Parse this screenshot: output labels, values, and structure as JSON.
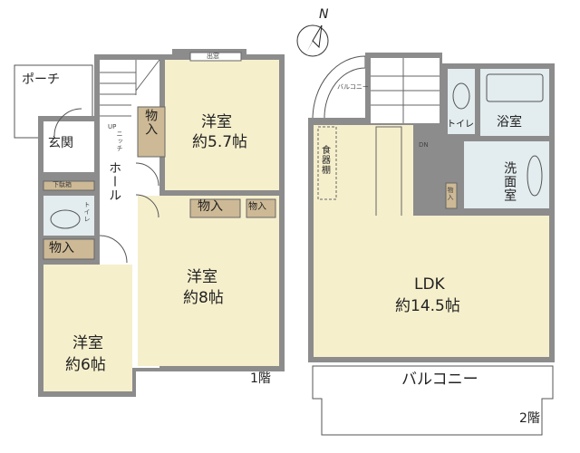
{
  "colors": {
    "wall": "#8c8c8c",
    "floor": "#f5efcc",
    "storage": "#cdb995",
    "wet": "#e3ecee",
    "line": "#555555"
  },
  "compass": {
    "north_label": "N",
    "icon": "north-arrow-icon"
  },
  "floor1": {
    "label": "1階",
    "porch": "ポーチ",
    "entrance": "玄関",
    "shoe_cabinet": "下駄箱",
    "toilet": "トイレ",
    "hall": "ホール",
    "niche": "ニッチ",
    "stairs_up": "UP",
    "bay_window": "出窓",
    "room_a": {
      "name": "洋室",
      "size": "約5.7帖",
      "storage": "物入"
    },
    "room_b": {
      "name": "洋室",
      "size": "約8帖",
      "storage1": "物入",
      "storage2": "物入"
    },
    "room_c": {
      "name": "洋室",
      "size": "約6帖"
    },
    "storage_hall": "物入",
    "window_mark": "出窓"
  },
  "floor2": {
    "label": "2階",
    "balcony_small": "バルコニー",
    "toilet": "トイレ",
    "bath": "浴室",
    "washroom": "洗面室",
    "cupboard": "食器棚",
    "stairs_down": "DN",
    "storage": "物入",
    "ldk": {
      "name": "LDK",
      "size": "約14.5帖"
    },
    "balcony": "バルコニー"
  }
}
